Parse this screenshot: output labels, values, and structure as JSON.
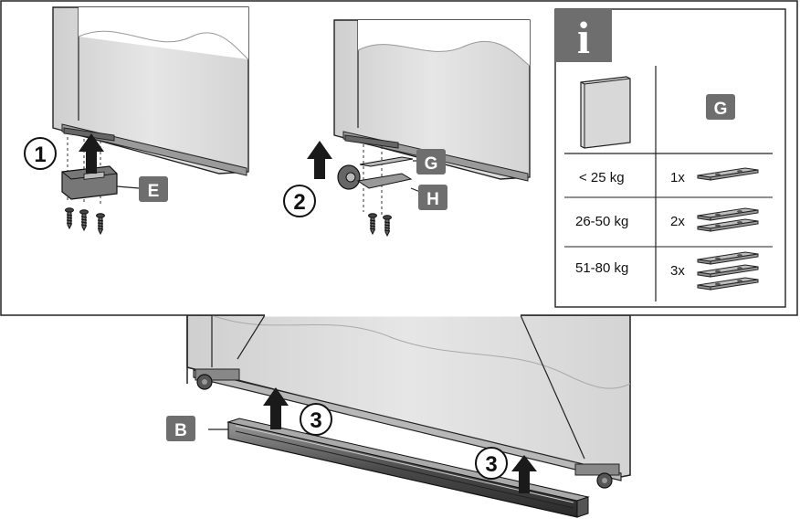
{
  "steps": {
    "step1": "1",
    "step2": "2",
    "step3a": "3",
    "step3b": "3"
  },
  "part_labels": {
    "E": "E",
    "G": "G",
    "H": "H",
    "B": "B"
  },
  "info_box": {
    "icon": "i",
    "header_part": "G",
    "rows": [
      {
        "weight": "< 25 kg",
        "qty": "1x",
        "plates": 1
      },
      {
        "weight": "26-50 kg",
        "qty": "2x",
        "plates": 2
      },
      {
        "weight": "51-80 kg",
        "qty": "3x",
        "plates": 3
      }
    ]
  },
  "colors": {
    "door": "#dcdcdc",
    "rail": "#6a6a6a",
    "label_bg": "#6e6e6e",
    "arrow": "#1a1a1a",
    "plate": "#9a9a9a"
  }
}
